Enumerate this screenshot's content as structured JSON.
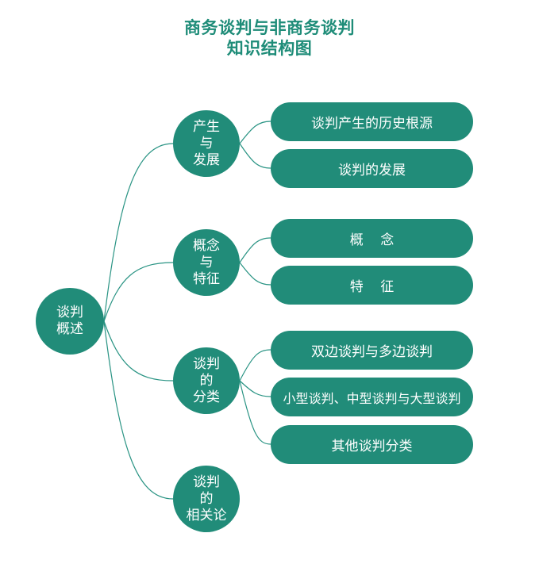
{
  "title": {
    "line1": "商务谈判与非商务谈判",
    "line2": "知识结构图"
  },
  "root": {
    "label": "谈判\n概述"
  },
  "categories": [
    {
      "label": "产生\n与\n发展",
      "items": [
        "谈判产生的历史根源",
        "谈判的发展"
      ]
    },
    {
      "label": "概念\n与\n特征",
      "items": [
        "概    念",
        "特    征"
      ]
    },
    {
      "label": "谈判\n的\n分类",
      "items": [
        "双边谈判与多边谈判",
        "小型谈判、中型谈判与大型谈判",
        "其他谈判分类"
      ]
    },
    {
      "label": "谈判\n的\n相关论",
      "items": []
    }
  ],
  "colors": {
    "node_fill": "#218c79",
    "title_text": "#1e8c78",
    "connector": "#2a9484"
  }
}
